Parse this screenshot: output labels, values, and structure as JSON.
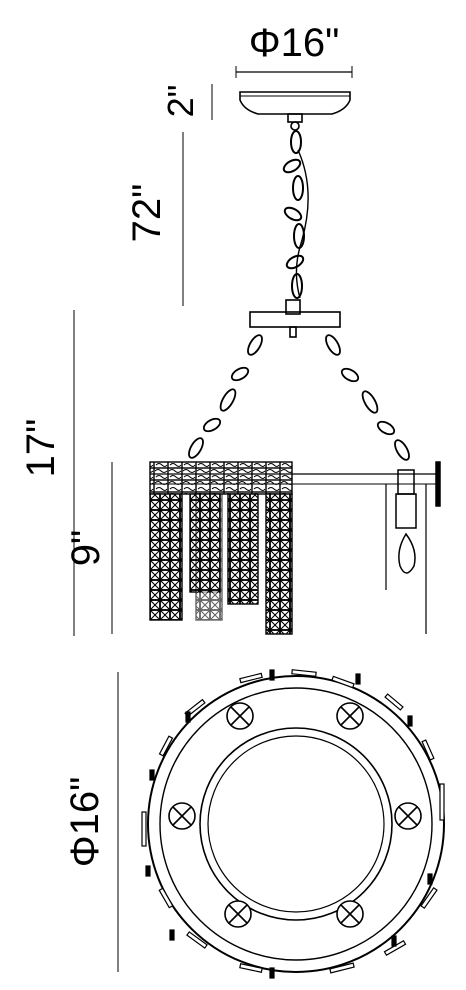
{
  "dimensions": {
    "canopy_diameter": "Φ16\"",
    "canopy_height": "2\"",
    "chain_length": "72\"",
    "overall_height": "17\"",
    "shade_height": "9\"",
    "bottom_diameter": "Φ16\""
  },
  "colors": {
    "line": "#000000",
    "background": "#ffffff"
  }
}
